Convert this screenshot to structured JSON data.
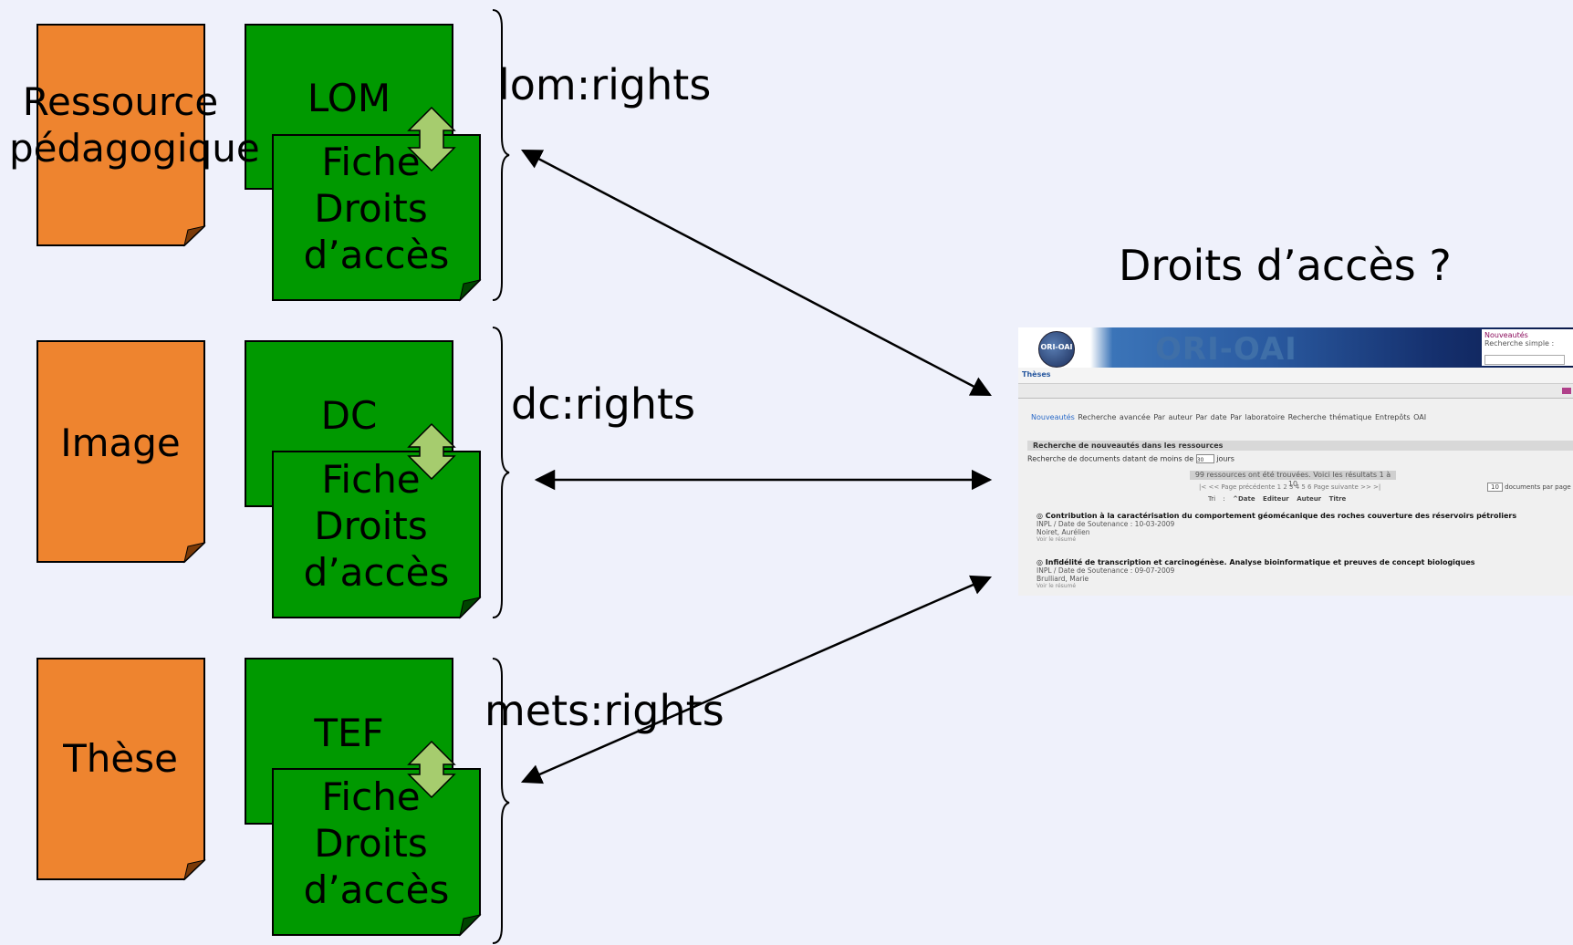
{
  "rows": [
    {
      "resource": [
        "Ressource",
        "pédagogique"
      ],
      "format": "LOM",
      "rights": "lom:rights",
      "fiche": [
        "Fiche",
        "Droits",
        "d’accès"
      ]
    },
    {
      "resource": [
        "Image"
      ],
      "format": "DC",
      "rights": "dc:rights",
      "fiche": [
        "Fiche",
        "Droits",
        "d’accès"
      ]
    },
    {
      "resource": [
        "Thèse"
      ],
      "format": "TEF",
      "rights": "mets:rights",
      "fiche": [
        "Fiche",
        "Droits",
        "d’accès"
      ]
    }
  ],
  "question": "Droits d’accès ?",
  "colors": {
    "resource": "#ee842f",
    "format": "#009900",
    "arrow": "#a6cc6e",
    "background": "#eff1fb"
  },
  "screenshot": {
    "brand": "ORI-OAI",
    "logo": "ORI-OAI",
    "quick_links": [
      "Nouveautés",
      "Recherche simple :"
    ],
    "breadcrumb": "Thèses",
    "nav": [
      "Nouveautés",
      "Recherche avancée",
      "Par auteur",
      "Par date",
      "Par laboratoire",
      "Recherche thématique",
      "Entrepôts OAI"
    ],
    "section_title": "Recherche de nouveautés dans les ressources",
    "since_prefix": "Recherche de documents datant de moins de",
    "since_value": "30",
    "since_suffix": "jours",
    "found": "99 ressources ont été trouvées. Voici les résultats 1 à 10",
    "pager": "|< << Page précédente 1 2 3 4 5 6 Page suivante >> >|",
    "per_page_value": "10",
    "per_page": "documents par page",
    "sort_label": "Tri :",
    "sort_fields": [
      "^Date",
      "Editeur",
      "Auteur",
      "Titre"
    ],
    "results": [
      {
        "title": "Contribution à la caractérisation du comportement géomécanique des roches couverture des réservoirs pétroliers",
        "meta": "INPL / Date de Soutenance : 10-03-2009",
        "author": "Noiret, Aurélien",
        "link": "Voir le résumé"
      },
      {
        "title": "Infidélité de transcription et carcinogénèse. Analyse bioinformatique et preuves de concept biologiques",
        "meta": "INPL / Date de Soutenance : 09-07-2009",
        "author": "Brulliard, Marie",
        "link": "Voir le résumé"
      }
    ]
  }
}
